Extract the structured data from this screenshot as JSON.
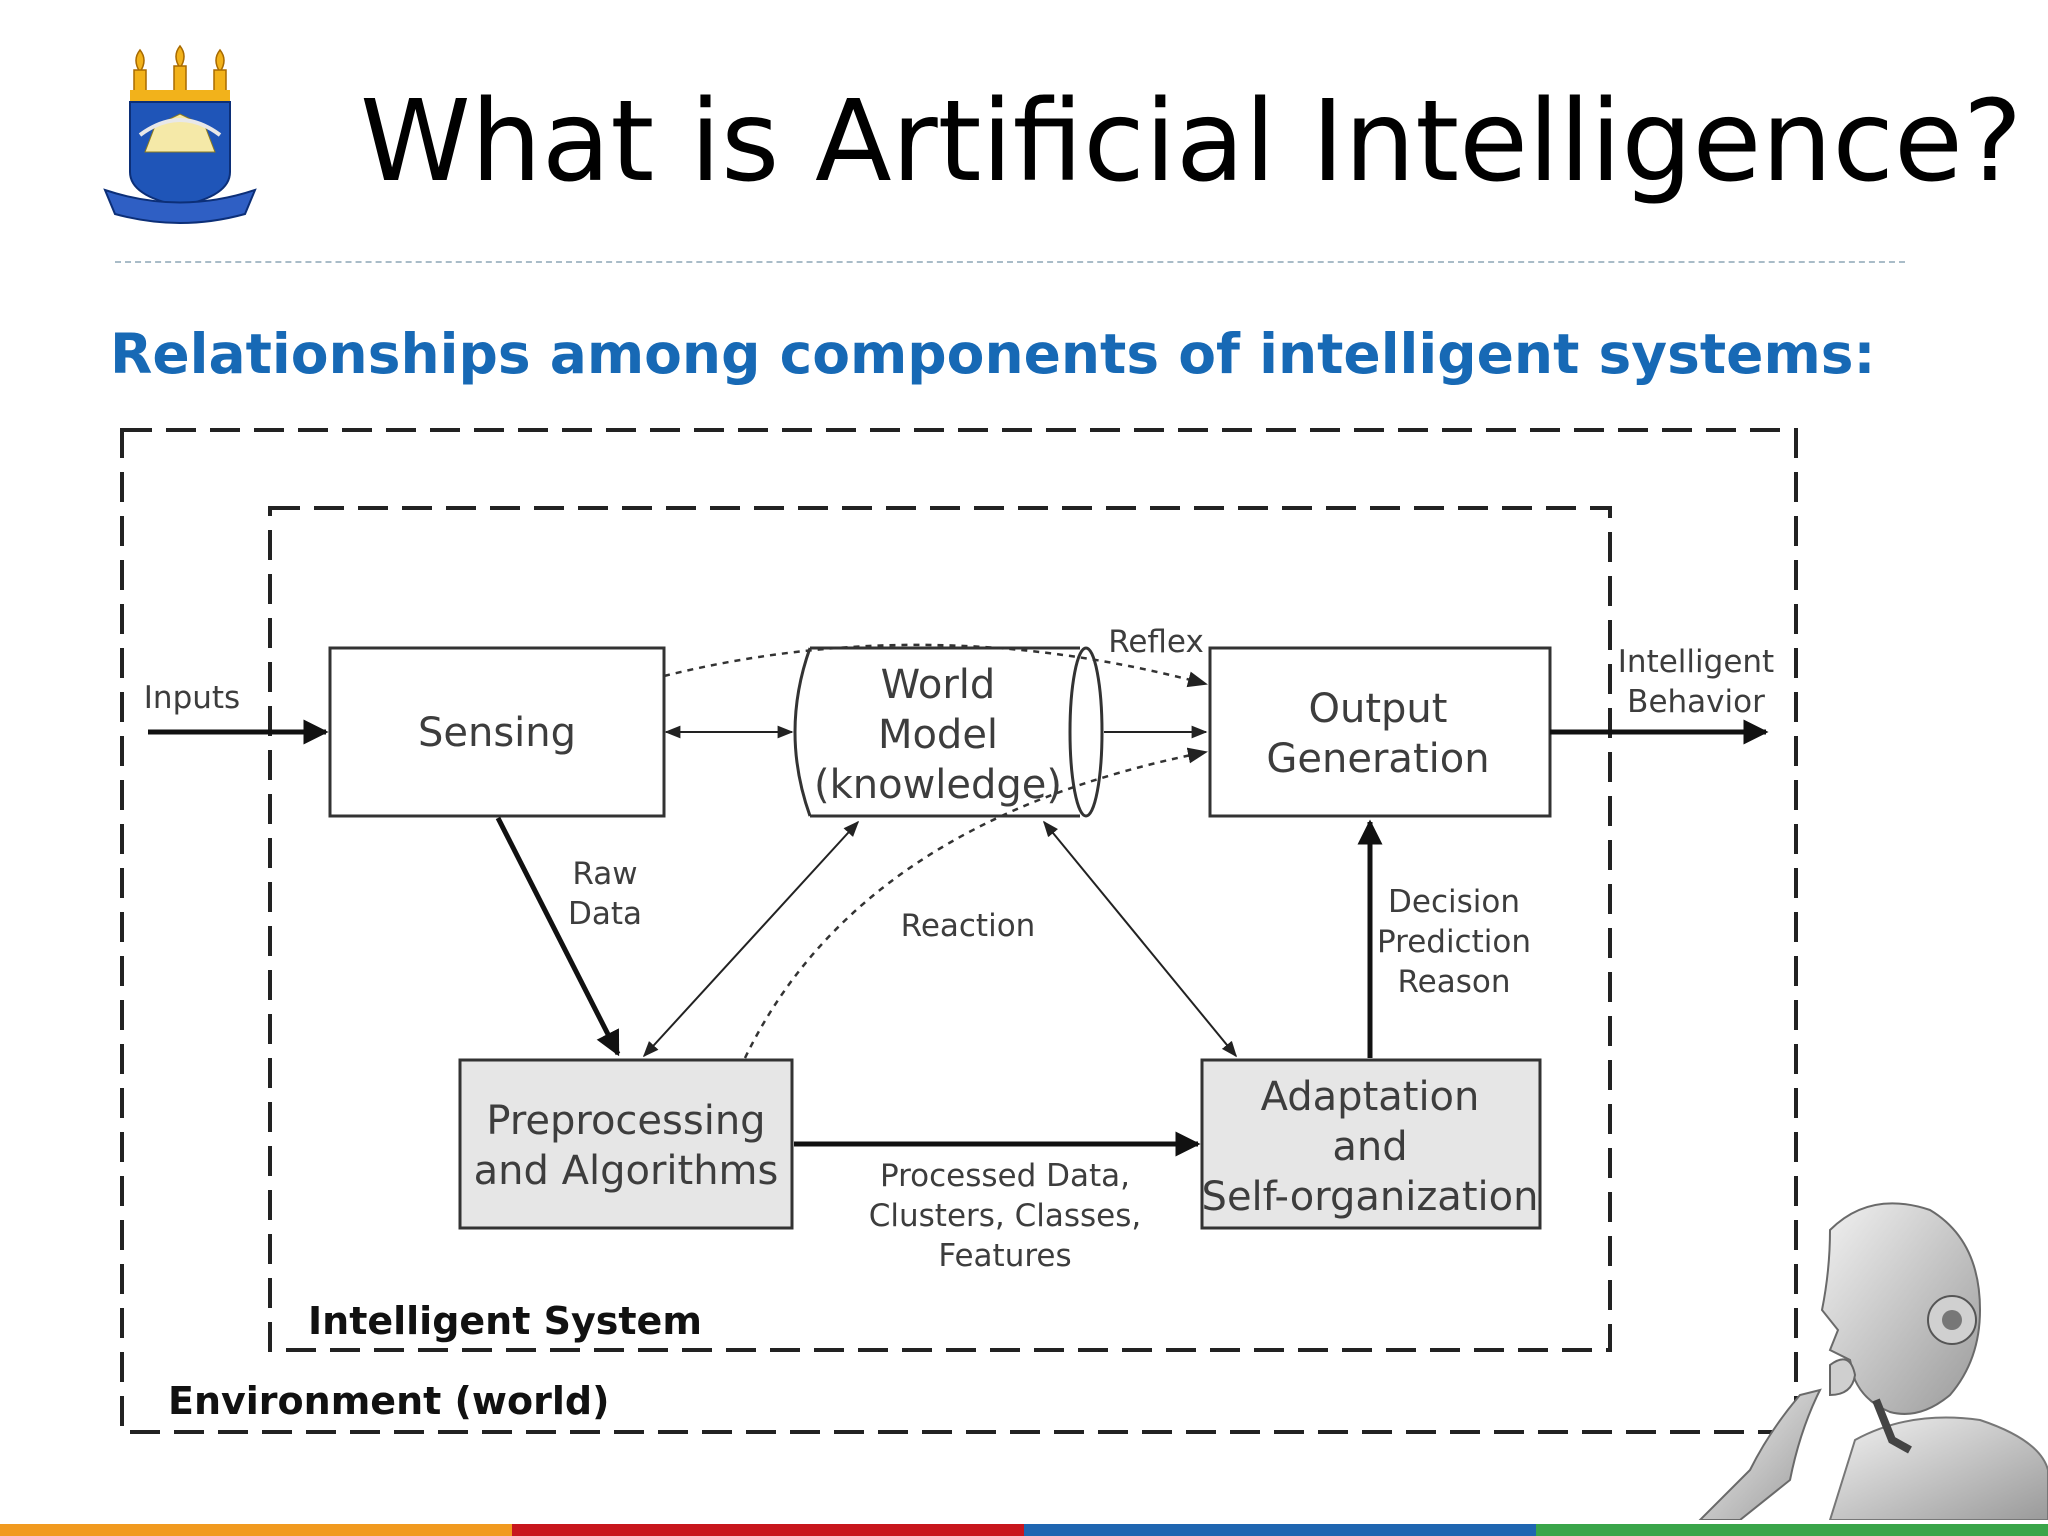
{
  "slide": {
    "title": "What is Artificial Intelligence?",
    "subtitle": "Relationships among components of intelligent systems:"
  },
  "diagram": {
    "environment_label": "Environment (world)",
    "system_label": "Intelligent System",
    "nodes": {
      "sensing": [
        "Sensing"
      ],
      "world_model": [
        "World",
        "Model",
        "(knowledge)"
      ],
      "output": [
        "Output",
        "Generation"
      ],
      "preprocessing": [
        "Preprocessing",
        "and Algorithms"
      ],
      "adaptation": [
        "Adaptation",
        "and",
        "Self-organization"
      ]
    },
    "edge_labels": {
      "inputs": "Inputs",
      "intelligent_behavior": [
        "Intelligent",
        "Behavior"
      ],
      "reflex": "Reflex",
      "raw_data": [
        "Raw",
        "Data"
      ],
      "reaction": "Reaction",
      "decision": [
        "Decision",
        "Prediction",
        "Reason"
      ],
      "processed": [
        "Processed Data,",
        "Clusters, Classes,",
        "Features"
      ]
    }
  },
  "colors": {
    "title": "#000000",
    "subtitle": "#1769b5",
    "shaded_box": "#e6e6e6",
    "stripe_orange": "#f19a1f",
    "stripe_red": "#c8161d",
    "stripe_blue": "#1f66b1",
    "stripe_green": "#3aa54a"
  },
  "icons": [
    "university-crest-icon",
    "thinking-robot-icon"
  ]
}
